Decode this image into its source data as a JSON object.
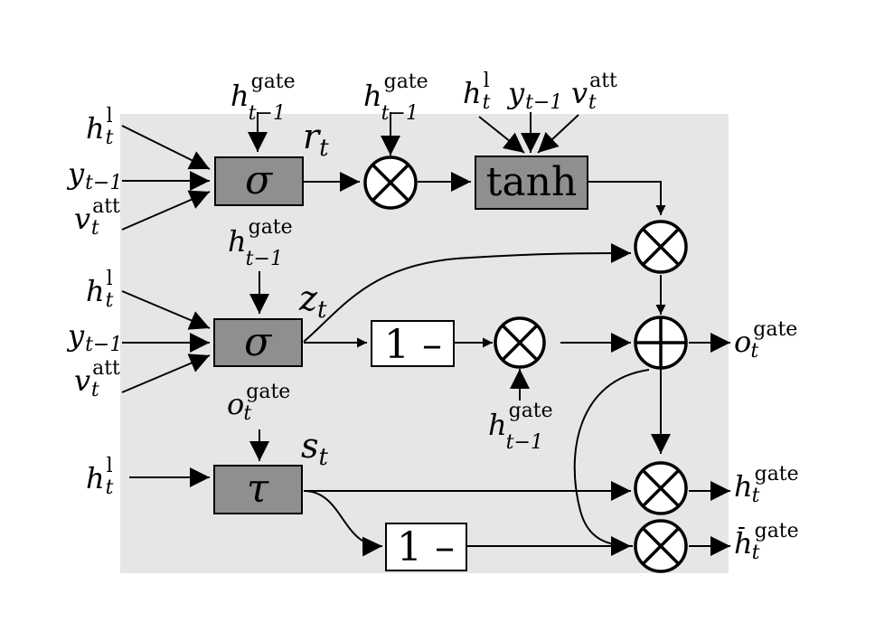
{
  "symbols": {
    "h": "h",
    "y": "y",
    "v": "v",
    "o": "o",
    "r": "r",
    "z": "z",
    "s": "s"
  },
  "superscripts": {
    "gate": "gate",
    "l": "l",
    "att": "att"
  },
  "subscripts": {
    "t": "t",
    "t_minus_1": "t−1"
  },
  "blocks": {
    "sigma": "σ",
    "tau": "τ",
    "tanh": "tanh",
    "one_minus": "1 –"
  },
  "operators": {
    "multiply": "⊗",
    "add": "⊕"
  },
  "bar_mark": "-",
  "colors": {
    "background_panel": "#e6e6e6",
    "dark_box": "#8f8f8f",
    "line": "#000000"
  }
}
